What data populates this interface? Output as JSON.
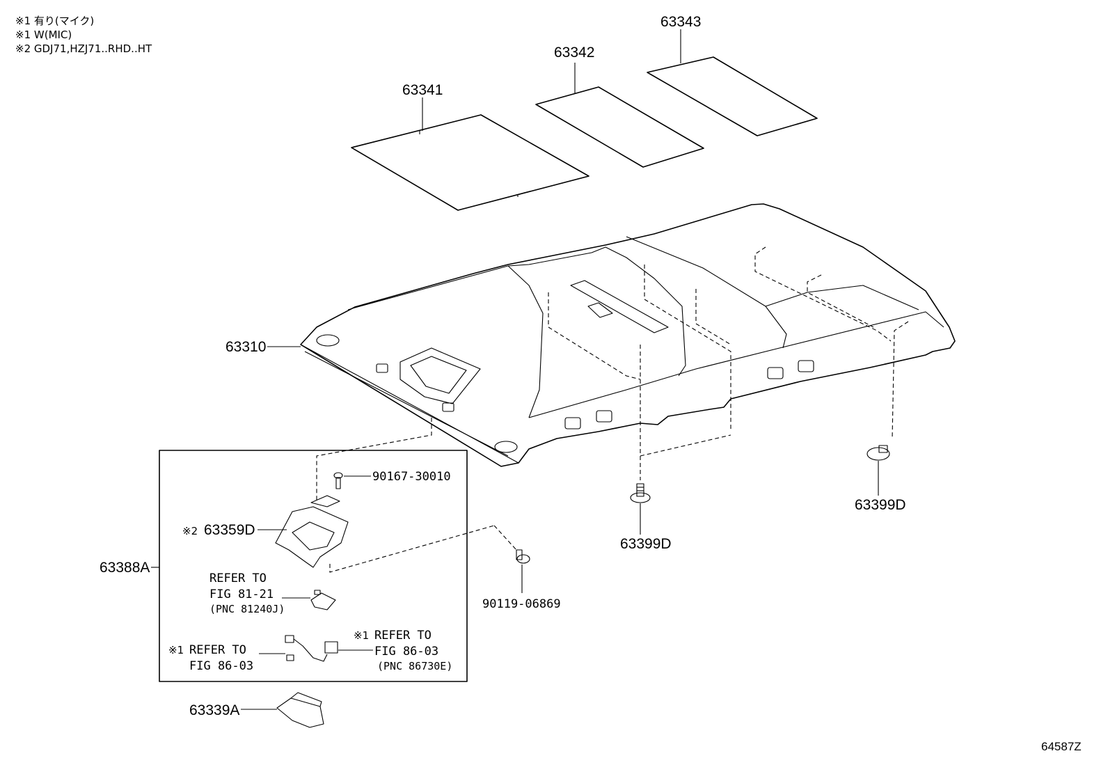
{
  "notes": [
    "※1 有り(マイク)",
    "※1 W(MIC)",
    "※2 GDJ71,HZJ71..RHD..HT"
  ],
  "figure_id": "64587Z",
  "parts": {
    "p63341": "63341",
    "p63342": "63342",
    "p63343": "63343",
    "p63310": "63310",
    "p63399D_left": "63399D",
    "p63399D_right": "63399D",
    "p63388A": "63388A",
    "p63339A": "63339A",
    "p63359D_mark": "※2",
    "p63359D": "63359D",
    "p90167": "90167-30010",
    "p90119": "90119-06869"
  },
  "references": {
    "ref1_line1": "REFER TO",
    "ref1_line2": "FIG 81-21",
    "ref1_line3": "(PNC 81240J)",
    "ref2_mark": "※1",
    "ref2_line1": "REFER TO",
    "ref2_line2": "FIG 86-03",
    "ref3_mark": "※1",
    "ref3_line1": "REFER TO",
    "ref3_line2": "FIG 86-03",
    "ref3_line3": "(PNC 86730E)"
  }
}
